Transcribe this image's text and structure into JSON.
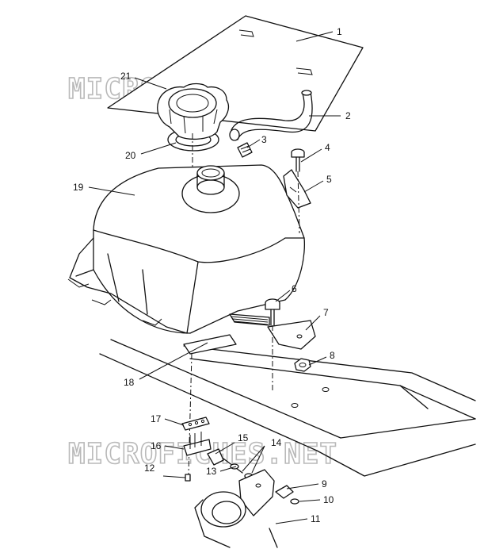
{
  "watermark": {
    "text": "MICROFICHES.NET"
  },
  "callouts": {
    "c1": "1",
    "c2": "2",
    "c3": "3",
    "c4": "4",
    "c5": "5",
    "c6": "6",
    "c7": "7",
    "c8": "8",
    "c9": "9",
    "c10": "10",
    "c11": "11",
    "c12": "12",
    "c13": "13",
    "c14": "14",
    "c15": "15",
    "c16": "16",
    "c17": "17",
    "c18": "18",
    "c19": "19",
    "c20": "20",
    "c21": "21"
  }
}
